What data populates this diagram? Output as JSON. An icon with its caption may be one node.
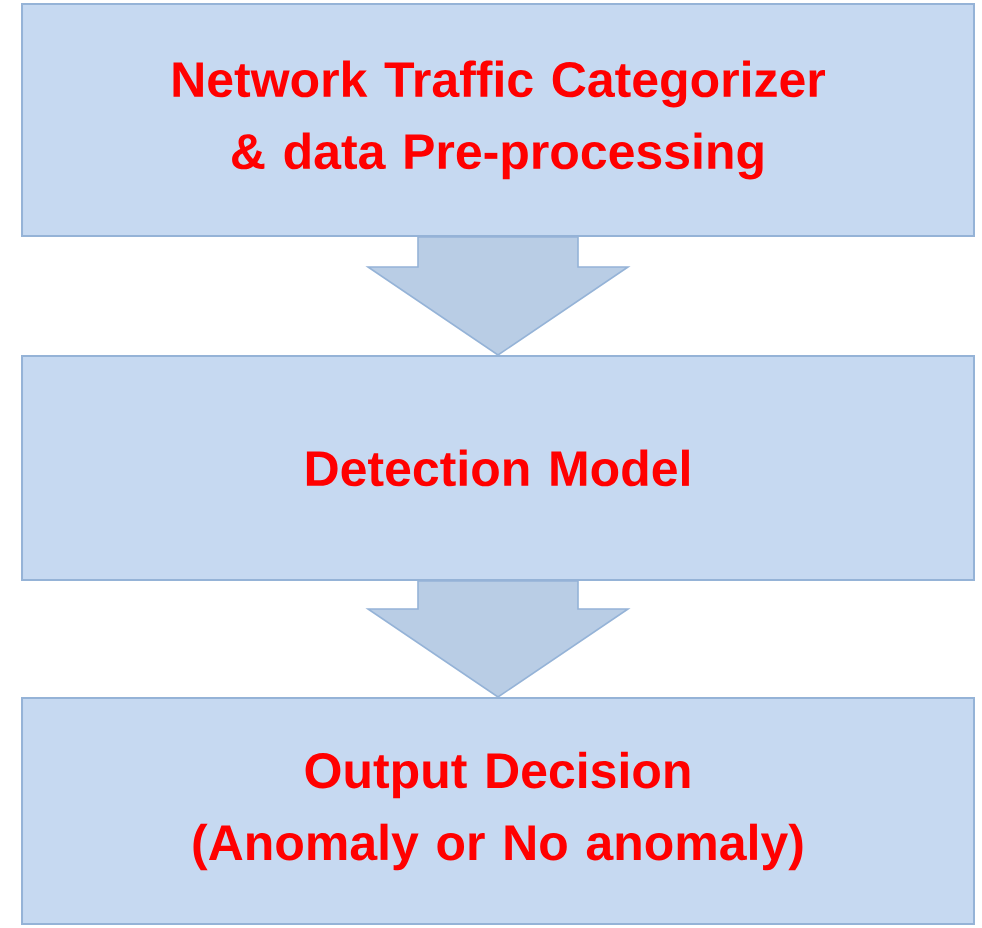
{
  "diagram": {
    "nodes": [
      {
        "text": [
          "Network Traffic Categorizer & data Pre-processing"
        ]
      },
      {
        "text": [
          "Detection Model"
        ]
      },
      {
        "text": [
          "Output Decision (Anomaly or No anomaly)"
        ]
      }
    ],
    "edges": [
      {
        "from": 0,
        "to": 1,
        "arrow": "to"
      },
      {
        "from": 1,
        "to": 2,
        "arrow": "to"
      }
    ]
  }
}
